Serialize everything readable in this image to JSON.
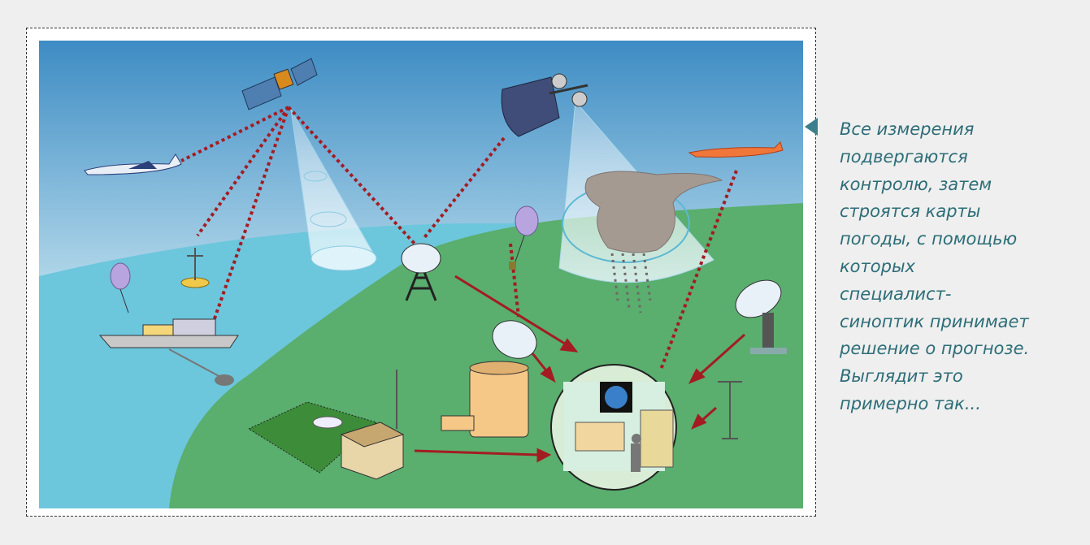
{
  "caption": {
    "lines": [
      "Все измерения",
      "подвергаются",
      "контролю, затем",
      "строятся карты",
      "погоды, с помощью",
      "которых",
      "специалист-",
      "синоптик принимает",
      "решение о прогнозе.",
      "Выглядит это",
      "примерно так..."
    ]
  },
  "colors": {
    "caption_text": "#2d6d78",
    "pointer": "#3b7f8c",
    "land": "#5aae6e",
    "sea": "#6cc6dc",
    "link_lines": "#a31c22"
  }
}
